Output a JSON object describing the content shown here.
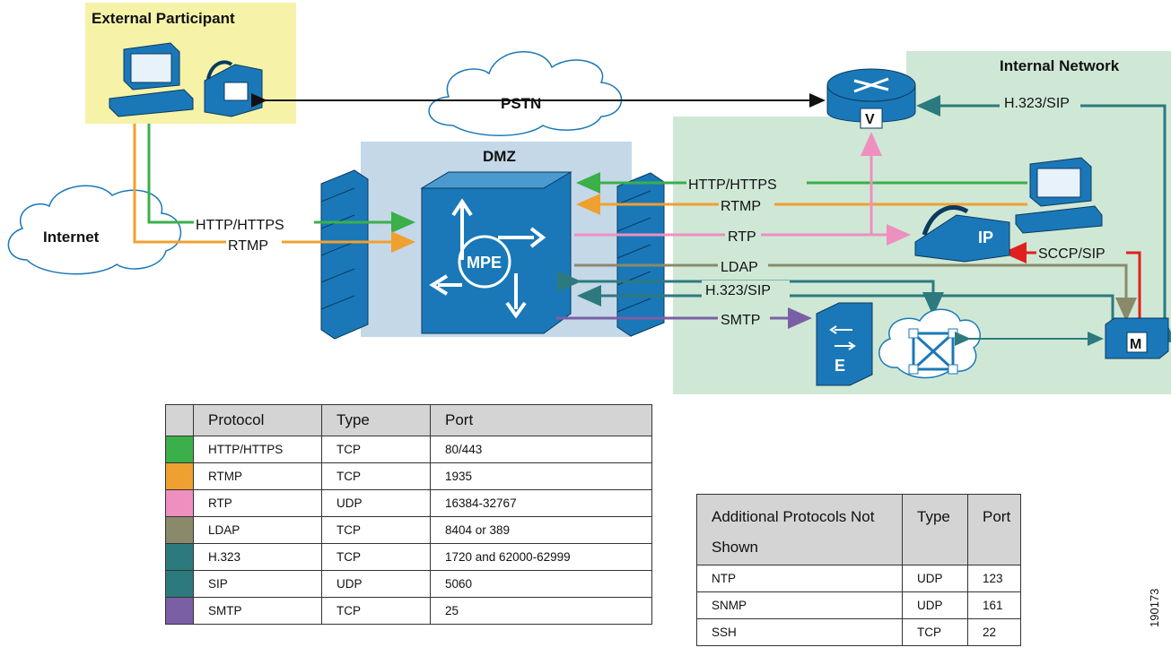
{
  "zones": {
    "external": "External Participant",
    "internal": "Internal Network",
    "dmz": "DMZ",
    "pstn": "PSTN",
    "internet": "Internet"
  },
  "devices": {
    "mpe": "MPE",
    "router_badge": "V",
    "phone_badge": "IP",
    "exchange_badge": "E",
    "manager_badge": "M"
  },
  "links": {
    "h323_top": "H.323/SIP",
    "http_in": "HTTP/HTTPS",
    "rtmp_in": "RTMP",
    "http_out": "HTTP/HTTPS",
    "rtmp_out": "RTMP",
    "rtp": "RTP",
    "sccp": "SCCP/SIP",
    "ldap": "LDAP",
    "h323_mid": "H.323/SIP",
    "smtp": "SMTP"
  },
  "protocol_table": {
    "headers": [
      "Protocol",
      "Type",
      "Port"
    ],
    "rows": [
      {
        "protocol": "HTTP/HTTPS",
        "type": "TCP",
        "port": "80/443",
        "color": "#3aaf4a"
      },
      {
        "protocol": "RTMP",
        "type": "TCP",
        "port": "1935",
        "color": "#f0a030"
      },
      {
        "protocol": "RTP",
        "type": "UDP",
        "port": "16384-32767",
        "color": "#ee8fc0"
      },
      {
        "protocol": "LDAP",
        "type": "TCP",
        "port": "8404 or 389",
        "color": "#8a8a6a"
      },
      {
        "protocol": "H.323",
        "type": "TCP",
        "port": "1720 and 62000-62999",
        "color": "#2d7a7e"
      },
      {
        "protocol": "SIP",
        "type": "UDP",
        "port": "5060",
        "color": "#2d7a7e"
      },
      {
        "protocol": "SMTP",
        "type": "TCP",
        "port": "25",
        "color": "#7a5fa6"
      }
    ]
  },
  "additional_table": {
    "headers": [
      "Additional Protocols Not Shown",
      "Type",
      "Port"
    ],
    "rows": [
      {
        "protocol": "NTP",
        "type": "UDP",
        "port": "123"
      },
      {
        "protocol": "SNMP",
        "type": "UDP",
        "port": "161"
      },
      {
        "protocol": "SSH",
        "type": "TCP",
        "port": "22"
      }
    ]
  },
  "figure_id": "190173",
  "colors": {
    "http": "#3aaf4a",
    "rtmp": "#f0a030",
    "rtp": "#ee8fc0",
    "ldap": "#8a8a6a",
    "h323": "#2d7a7e",
    "smtp": "#7a5fa6",
    "sccp": "#e02020",
    "device": "#1a78b8",
    "external_bg": "#f6f2a8",
    "internal_bg": "#cfe8d6",
    "dmz_bg": "#c4d8e8"
  }
}
